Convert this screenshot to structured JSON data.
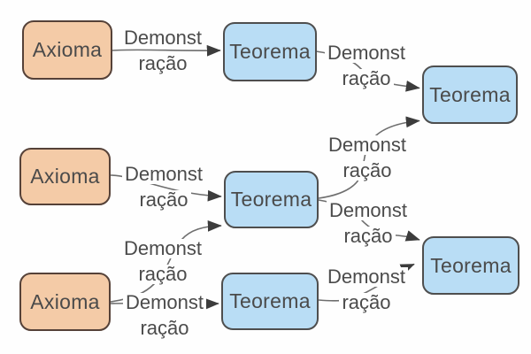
{
  "diagram": {
    "description": "Proof diagram: axioms lead to theorems through demonstrations",
    "colors": {
      "background": "#fefefe",
      "axiom_fill": "#f4cba7",
      "axiom_border": "#554138",
      "theorem_fill": "#b9ddf5",
      "theorem_border": "#4e4e4e",
      "text": "#4a4a4a",
      "edge_line": "#6e6e6e",
      "arrowhead": "#3c3c3c"
    },
    "nodes": [
      {
        "id": "axioma-1",
        "label": "Axioma",
        "type": "axiom"
      },
      {
        "id": "teorema-1",
        "label": "Teorema",
        "type": "theorem"
      },
      {
        "id": "teorema-2",
        "label": "Teorema",
        "type": "theorem"
      },
      {
        "id": "axioma-2",
        "label": "Axioma",
        "type": "axiom"
      },
      {
        "id": "teorema-3",
        "label": "Teorema",
        "type": "theorem"
      },
      {
        "id": "axioma-3",
        "label": "Axioma",
        "type": "axiom"
      },
      {
        "id": "teorema-4",
        "label": "Teorema",
        "type": "theorem"
      },
      {
        "id": "teorema-5",
        "label": "Teorema",
        "type": "theorem"
      }
    ],
    "edges": [
      {
        "from": "axioma-1",
        "to": "teorema-1",
        "label": "Demonstração",
        "line1": "Demonst",
        "line2": "ração"
      },
      {
        "from": "teorema-1",
        "to": "teorema-2",
        "label": "Demonstração",
        "line1": "Demonst",
        "line2": "ração"
      },
      {
        "from": "axioma-2",
        "to": "teorema-3",
        "label": "Demonstração",
        "line1": "Demonst",
        "line2": "ração"
      },
      {
        "from": "teorema-3",
        "to": "teorema-2",
        "label": "Demonstração",
        "line1": "Demonst",
        "line2": "ração"
      },
      {
        "from": "axioma-3",
        "to": "teorema-3",
        "label": "Demonstração",
        "line1": "Demonst",
        "line2": "ração"
      },
      {
        "from": "teorema-3",
        "to": "teorema-5",
        "label": "Demonstração",
        "line1": "Demonst",
        "line2": "ração"
      },
      {
        "from": "axioma-3",
        "to": "teorema-4",
        "label": "Demonstração",
        "line1": "Demonst",
        "line2": "ração"
      },
      {
        "from": "teorema-4",
        "to": "teorema-5",
        "label": "Demonstração",
        "line1": "Demonst",
        "line2": "ração"
      }
    ]
  }
}
